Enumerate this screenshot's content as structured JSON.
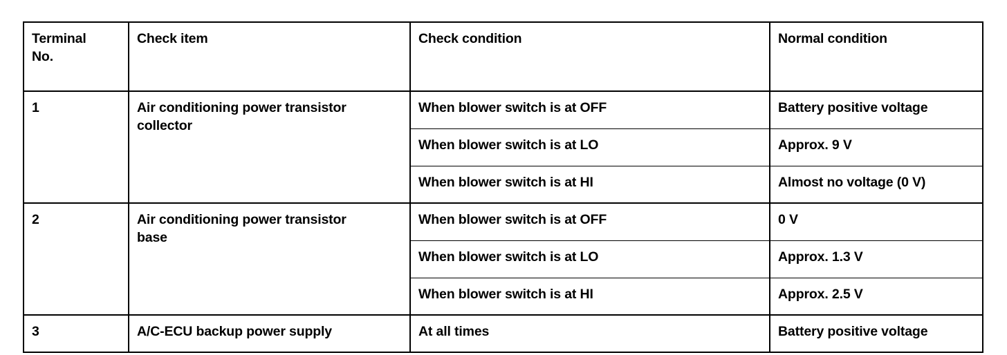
{
  "document": {
    "type": "automotive-service-manual-table",
    "background_color": "#ffffff",
    "ink_color": "#000000"
  },
  "table": {
    "headers": [
      "Terminal\nNo.",
      "Check item",
      "Check condition",
      "Normal condition"
    ],
    "header_terminal_line1": "Terminal",
    "header_terminal_line2": "No.",
    "header_check_item": "Check item",
    "header_check_condition": "Check condition",
    "header_normal_condition": "Normal condition",
    "groups": [
      {
        "terminal_no": "1",
        "check_item": "Air conditioning power transistor collector",
        "check_item_line1": "Air conditioning power transistor",
        "check_item_line2": "collector",
        "rows": [
          {
            "check_condition": "When blower switch is at OFF",
            "normal_condition": "Battery positive voltage"
          },
          {
            "check_condition": "When blower switch is at LO",
            "normal_condition": "Approx. 9 V"
          },
          {
            "check_condition": "When blower switch is at HI",
            "normal_condition": "Almost no voltage (0 V)"
          }
        ]
      },
      {
        "terminal_no": "2",
        "check_item": "Air conditioning power transistor base",
        "check_item_line1": "Air conditioning power transistor",
        "check_item_line2": "base",
        "rows": [
          {
            "check_condition": "When blower switch is at OFF",
            "normal_condition": "0 V"
          },
          {
            "check_condition": "When blower switch is at LO",
            "normal_condition": "Approx. 1.3 V"
          },
          {
            "check_condition": "When blower switch is at HI",
            "normal_condition": "Approx. 2.5 V"
          }
        ]
      },
      {
        "terminal_no": "3",
        "check_item": "A/C-ECU backup power supply",
        "check_item_line1": "A/C-ECU backup power supply",
        "check_item_line2": "",
        "rows": [
          {
            "check_condition": "At all times",
            "normal_condition": "Battery positive voltage"
          }
        ]
      }
    ]
  }
}
